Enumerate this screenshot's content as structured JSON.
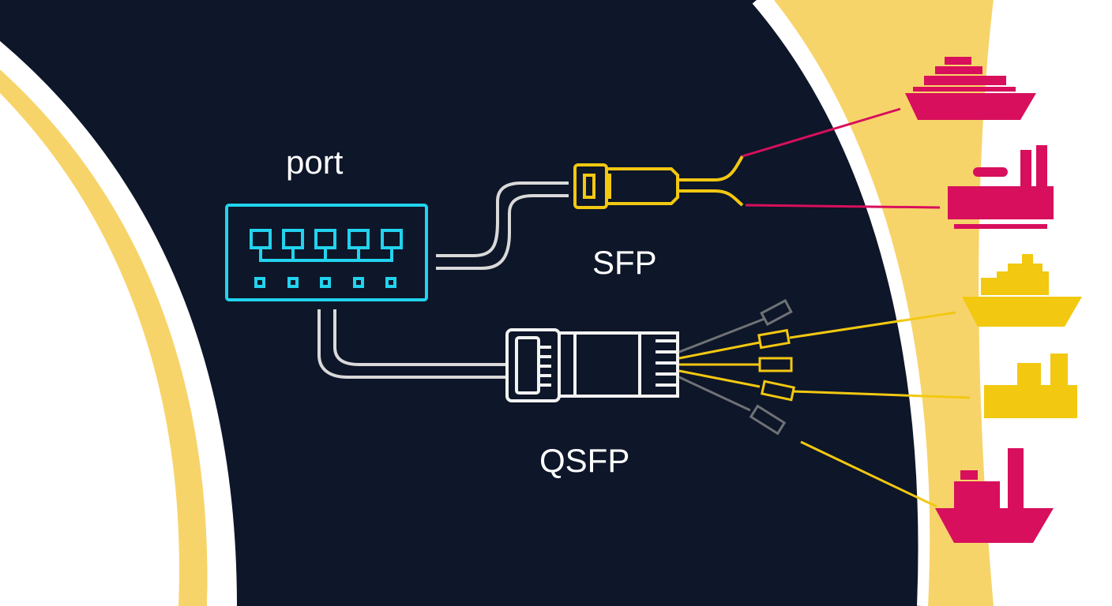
{
  "labels": {
    "port": "port",
    "sfp": "SFP",
    "qsfp": "QSFP"
  },
  "colors": {
    "background_dark": "#0e1629",
    "ring_yellow": "#f7d46a",
    "cyan": "#22d3ee",
    "yellow": "#f2c811",
    "magenta": "#d80f5c",
    "white": "#f2f2f2",
    "gray": "#6f7275"
  },
  "icons": [
    {
      "name": "ship-icon",
      "color": "magenta"
    },
    {
      "name": "factory-icon",
      "color": "magenta"
    },
    {
      "name": "ship-icon",
      "color": "yellow"
    },
    {
      "name": "factory-icon",
      "color": "yellow"
    },
    {
      "name": "factory-ship-icon",
      "color": "magenta"
    }
  ]
}
